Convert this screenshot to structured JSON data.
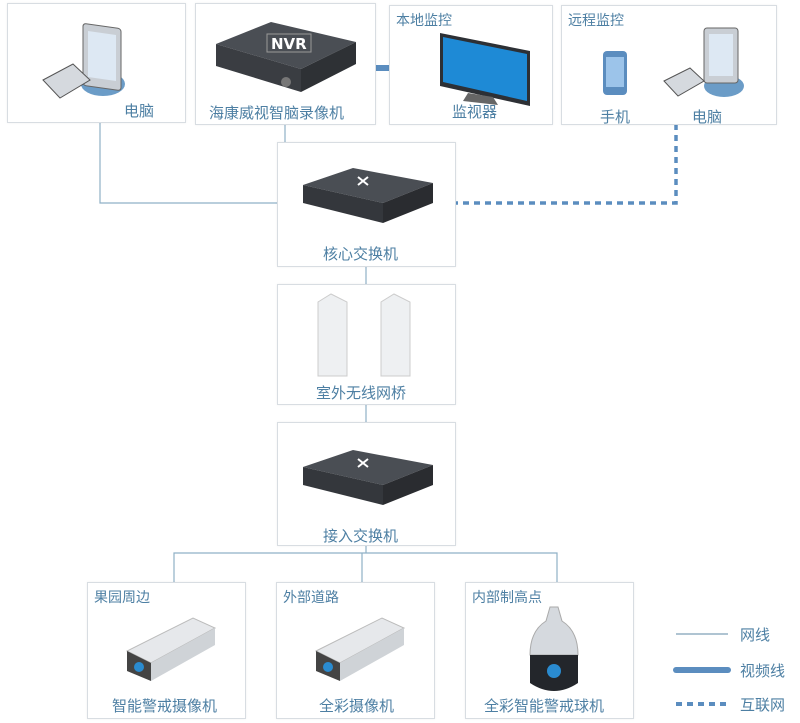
{
  "nodes": {
    "pc": {
      "label": "电脑"
    },
    "nvr": {
      "label": "海康威视智脑录像机",
      "badge": "NVR"
    },
    "local": {
      "title": "本地监控",
      "label": "监视器"
    },
    "remote": {
      "title": "远程监控",
      "phone": "手机",
      "pc": "电脑"
    },
    "core_switch": {
      "label": "核心交换机"
    },
    "bridge": {
      "label": "室外无线网桥"
    },
    "access_switch": {
      "label": "接入交换机"
    },
    "cam1": {
      "title": "果园周边",
      "label": "智能警戒摄像机"
    },
    "cam2": {
      "title": "外部道路",
      "label": "全彩摄像机"
    },
    "cam3": {
      "title": "内部制高点",
      "label": "全彩智能警戒球机"
    }
  },
  "legend": {
    "network": "网线",
    "video": "视频线",
    "internet": "互联网"
  },
  "colors": {
    "line": "#7fa0b8",
    "accent": "#4d7fa3",
    "video": "#5b8dbf"
  }
}
